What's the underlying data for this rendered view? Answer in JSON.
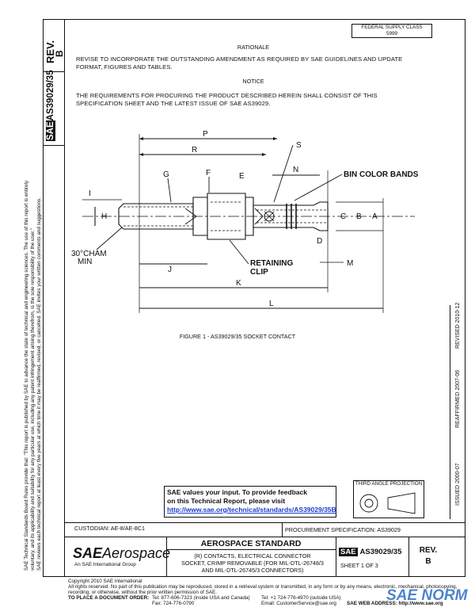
{
  "header": {
    "rev_label": "REV.",
    "rev_value": "B",
    "doc_number": "AS39029/35",
    "sae_badge": "SAE",
    "stamp_line1": "FEDERAL SUPPLY CLASS",
    "stamp_line2": "5999"
  },
  "rationale": {
    "title": "RATIONALE",
    "text": "REVISE TO INCORPORATE THE OUTSTANDING AMENDMENT AS REQUIRED BY SAE GUIDELINES AND UPDATE FORMAT, FIGURES AND TABLES."
  },
  "notice": {
    "title": "NOTICE",
    "text": "THE REQUIREMENTS FOR PROCURING THE PRODUCT DESCRIBED HEREIN SHALL CONSIST OF THIS SPECIFICATION SHEET AND THE LATEST ISSUE OF SAE AS39029."
  },
  "drawing": {
    "labels": {
      "p": "P",
      "r": "R",
      "s": "S",
      "n": "N",
      "bin_color_bands": "BIN COLOR BANDS",
      "g": "G",
      "f": "F",
      "e": "E",
      "i": "I",
      "h": "H",
      "c": "C",
      "b": "B",
      "a": "A",
      "d": "D",
      "cham1": "30°CHAM",
      "cham2": "MIN",
      "retaining1": "RETAINING",
      "retaining2": "CLIP",
      "m": "M",
      "j": "J",
      "k": "K",
      "l": "L"
    },
    "caption": "FIGURE 1 - AS39029/35 SOCKET CONTACT"
  },
  "left_disclaimer": {
    "line1": "SAE Technical Standards Board Rules provide that: \"This report is published by SAE to advance the state of technical and engineering sciences. The use of this report is entirely",
    "line2": "voluntary, and its applicability and suitability for any particular use, including any patent infringement arising therefrom, is the sole responsibility of the user.\"",
    "line3": "SAE reviews each technical report at least every five years at which time it may be reaffirmed, revised, or cancelled. SAE invites your written comments and suggestions."
  },
  "right_dates": {
    "issued": "ISSUED 2000-07",
    "reaffirmed": "REAFFIRMED 2007-06",
    "revised": "REVISED 2010-12"
  },
  "projection": {
    "label": "THIRD ANGLE PROJECTION"
  },
  "feedback": {
    "line1": "SAE values your input. To provide feedback",
    "line2": "on this Technical Report, please visit",
    "url": "http://www.sae.org/technical/standards/AS39029/35B"
  },
  "footer": {
    "custodian": "CUSTODIAN: AE-8/AE-8C1",
    "procurement": "PROCUREMENT SPECIFICATION: AS39029",
    "brand": "SAE",
    "brand_suffix": "Aerospace",
    "brand_tagline": "An SAE International Group",
    "title": "AEROSPACE STANDARD",
    "desc1": "(R) CONTACTS, ELECTRICAL CONNECTOR",
    "desc2": "SOCKET, CRIMP REMOVABLE (FOR MIL-DTL-26748/3",
    "desc3": "AND MIL-DTL-26745/3 CONNECTORS)",
    "num_badge": "SAE",
    "number": "AS39029/35",
    "sheet": "SHEET 1 OF 3",
    "rev_label": "REV.",
    "rev_value": "B"
  },
  "copyright": {
    "line1": "Copyright 2010 SAE International",
    "line2": "All rights reserved. No part of this publication may be reproduced, stored in a retrieval system or transmitted, in any form or by any means, electronic, mechanical, photocopying,",
    "line3": "recording, or otherwise, without the prior written permission of SAE.",
    "order_label": "TO PLACE A DOCUMENT ORDER:",
    "tel1": "Tel: 877-606-7323 (inside USA and Canada)",
    "tel2": "Tel: +1 724-776-4970 (outside USA)",
    "fax": "Fax: 724-776-0790",
    "email": "Email: CustomerService@sae.org",
    "web": "SAE WEB ADDRESS: http://www.sae.org"
  },
  "watermark": "SAE NORM",
  "colors": {
    "ink": "#111111",
    "link": "#1a3ccf",
    "watermark": "#2f6fc4"
  }
}
